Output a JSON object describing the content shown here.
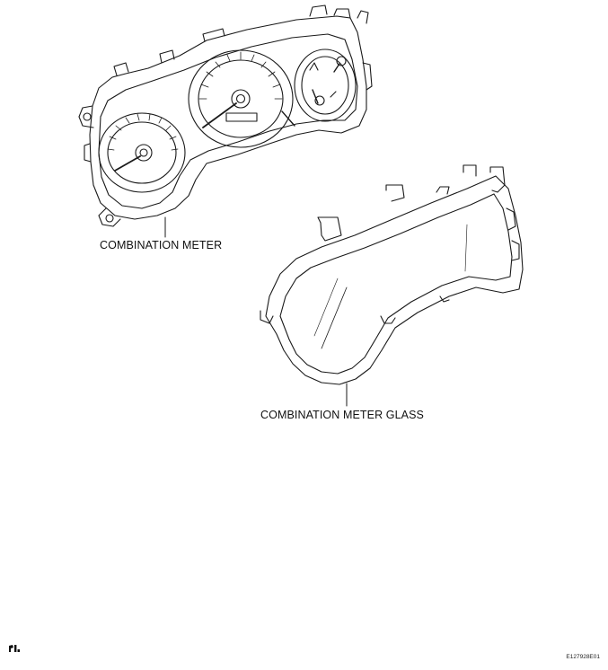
{
  "labels": {
    "combination_meter": "COMBINATION METER",
    "combination_meter_glass": "COMBINATION METER GLASS"
  },
  "figure_code": "E127928E01",
  "icons": {
    "reference": "pi-reference-icon"
  },
  "colors": {
    "line": "#1a1a1a",
    "background": "#ffffff"
  }
}
